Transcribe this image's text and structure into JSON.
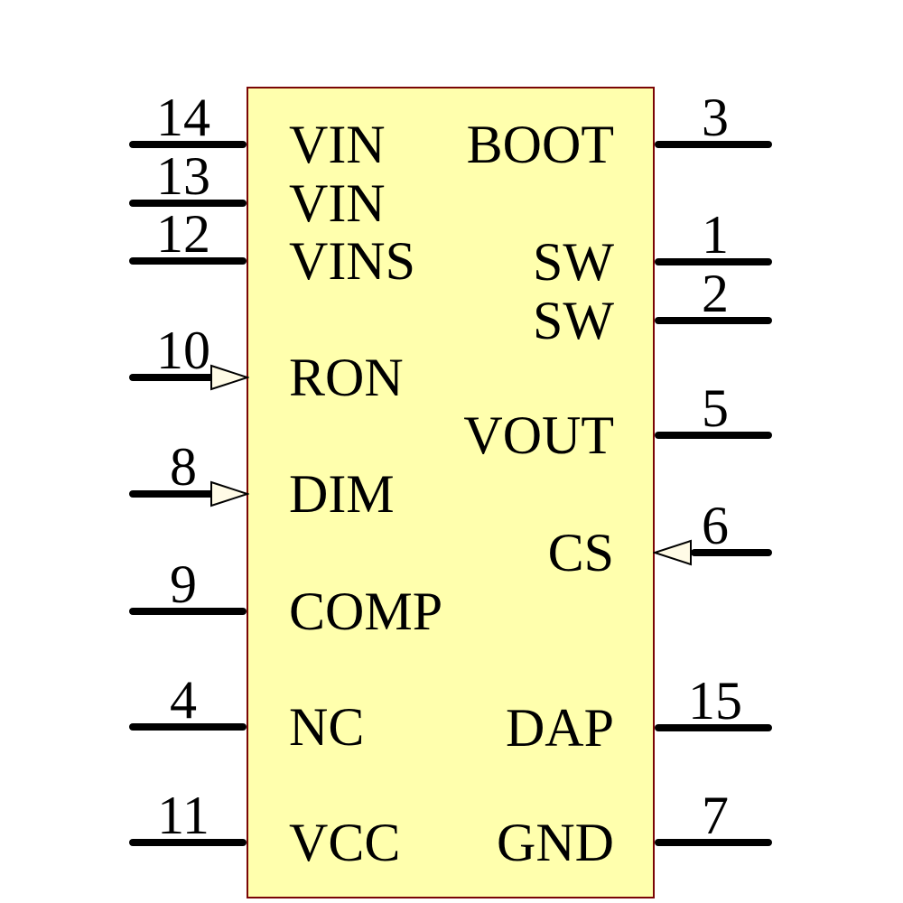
{
  "component": {
    "kind": "ic-schematic-symbol",
    "body_fill_color": "#ffffad",
    "body_border_color": "#7a0505",
    "pin_line_color": "#000000",
    "arrow_fill_color": "#fffbe6",
    "text_color": "#000000"
  },
  "pins": {
    "left": [
      {
        "number": "14",
        "name": "VIN",
        "arrow": false
      },
      {
        "number": "13",
        "name": "VIN",
        "arrow": false
      },
      {
        "number": "12",
        "name": "VINS",
        "arrow": false
      },
      {
        "number": "10",
        "name": "RON",
        "arrow": true
      },
      {
        "number": "8",
        "name": "DIM",
        "arrow": true
      },
      {
        "number": "9",
        "name": "COMP",
        "arrow": false
      },
      {
        "number": "4",
        "name": "NC",
        "arrow": false
      },
      {
        "number": "11",
        "name": "VCC",
        "arrow": false
      }
    ],
    "right": [
      {
        "number": "3",
        "name": "BOOT",
        "arrow": false
      },
      {
        "number": "1",
        "name": "SW",
        "arrow": false
      },
      {
        "number": "2",
        "name": "SW",
        "arrow": false
      },
      {
        "number": "5",
        "name": "VOUT",
        "arrow": false
      },
      {
        "number": "6",
        "name": "CS",
        "arrow": true
      },
      {
        "number": "15",
        "name": "DAP",
        "arrow": false
      },
      {
        "number": "7",
        "name": "GND",
        "arrow": false
      }
    ]
  }
}
